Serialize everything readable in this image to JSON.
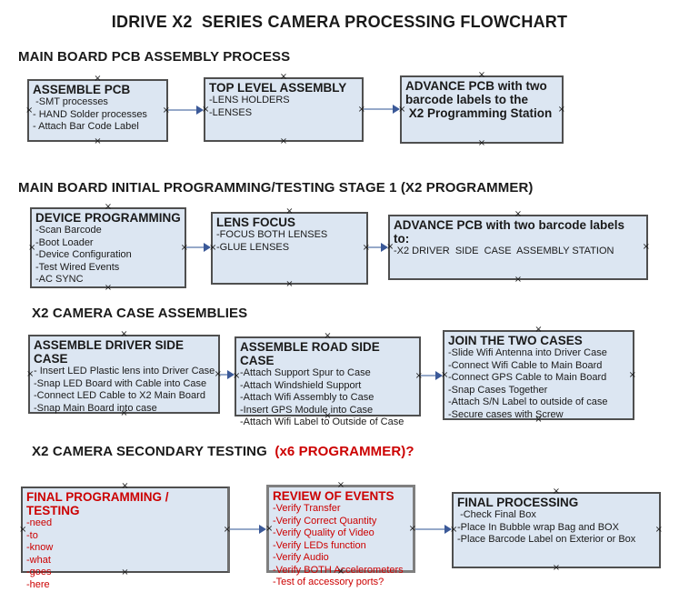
{
  "title": "IDRIVE X2  SERIES CAMERA PROCESSING FLOWCHART",
  "icons": {
    "connector_handle": "×"
  },
  "colors": {
    "box_fill": "#dce6f2",
    "box_border": "#4f4f4f",
    "red_text": "#cc0000",
    "arrow_line": "#96a9c9",
    "arrow_head": "#3b5998"
  },
  "sections": [
    {
      "heading": "MAIN BOARD PCB ASSEMBLY PROCESS",
      "boxes": [
        {
          "title": "ASSEMBLE PCB",
          "items": [
            " -SMT processes",
            "- HAND Solder processes",
            "- Attach Bar Code Label"
          ]
        },
        {
          "title": "TOP LEVEL ASSEMBLY",
          "items": [
            "-LENS HOLDERS",
            "-LENSES"
          ]
        },
        {
          "title": "ADVANCE PCB with two\nbarcode labels to the\n X2 Programming Station",
          "items": []
        }
      ]
    },
    {
      "heading": "MAIN BOARD INITIAL PROGRAMMING/TESTING STAGE 1 (X2 PROGRAMMER)",
      "boxes": [
        {
          "title": "DEVICE PROGRAMMING",
          "items": [
            "-Scan Barcode",
            "-Boot Loader",
            "-Device Configuration",
            "-Test Wired Events",
            "-AC SYNC"
          ]
        },
        {
          "title": "LENS FOCUS",
          "items": [
            "-FOCUS BOTH LENSES",
            "-GLUE LENSES"
          ]
        },
        {
          "title": "ADVANCE PCB with two barcode labels to:",
          "items": [
            "-X2 DRIVER  SIDE  CASE  ASSEMBLY STATION"
          ]
        }
      ]
    },
    {
      "heading": "X2 CAMERA CASE ASSEMBLIES",
      "boxes": [
        {
          "title": "ASSEMBLE DRIVER SIDE CASE",
          "items": [
            "- Insert LED Plastic lens into Driver Case",
            "-Snap LED Board with Cable into Case",
            "-Connect LED Cable to X2 Main Board",
            "-Snap Main Board into case"
          ]
        },
        {
          "title": "ASSEMBLE ROAD SIDE CASE",
          "items": [
            "-Attach Support Spur to Case",
            "-Attach Windshield Support",
            "-Attach Wifi Assembly to Case",
            "-Insert GPS Module into Case",
            "-Attach Wifi Label to Outside of Case"
          ]
        },
        {
          "title": "JOIN THE TWO CASES",
          "items": [
            "-Slide Wifi Antenna into Driver Case",
            "-Connect Wifi Cable to Main Board",
            "-Connect GPS Cable to Main Board",
            "-Snap Cases Together",
            "-Attach S/N Label to outside of case",
            "-Secure cases with Screw"
          ]
        }
      ]
    },
    {
      "heading": "X2 CAMERA SECONDARY TESTING",
      "heading_red": "  (x6 PROGRAMMER)?",
      "boxes": [
        {
          "title": "FINAL PROGRAMMING / TESTING",
          "items": [
            "-need",
            "-to",
            "-know",
            "-what",
            "-goes",
            "-here"
          ]
        },
        {
          "title": "REVIEW OF EVENTS",
          "items": [
            "-Verify Transfer",
            "-Verify Correct Quantity",
            "-Verify Quality of Video",
            "-Verify LEDs function",
            "-Verify Audio",
            "-Verify BOTH Accelerometers",
            "-Test of accessory ports?"
          ]
        },
        {
          "title": "FINAL PROCESSING",
          "items": [
            " -Check Final Box",
            "-Place In Bubble wrap Bag and BOX",
            "-Place Barcode Label on Exterior or Box"
          ]
        }
      ]
    }
  ]
}
